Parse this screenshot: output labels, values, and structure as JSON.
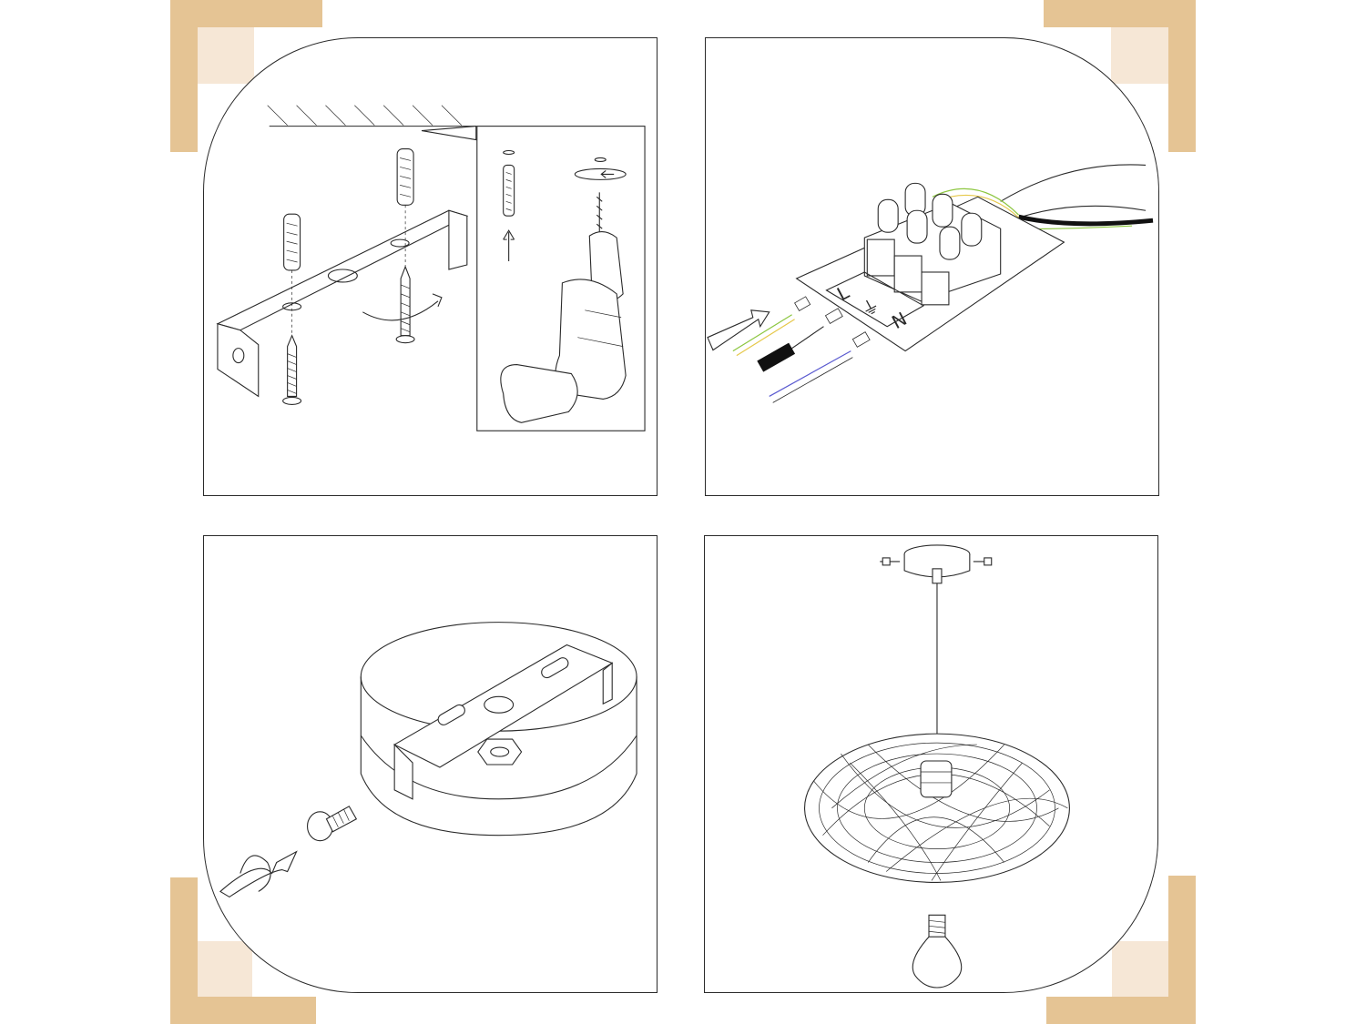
{
  "colors": {
    "frame_accent": "#e5c494",
    "frame_accent_light": "#f6e7d6",
    "line": "#2a2a2a",
    "wire_earth_green": "#8cc63f",
    "wire_earth_yellow": "#e6c84a",
    "wire_neutral_blue": "#5a5ad0",
    "wire_live_black": "#111111"
  },
  "steps": [
    {
      "id": "mount-bracket",
      "icons": [
        "ceiling-icon",
        "wall-plug-icon",
        "screw-icon",
        "mounting-bracket-icon",
        "drill-icon",
        "rotate-arrow-icon"
      ]
    },
    {
      "id": "connect-wires",
      "icons": [
        "terminal-block-icon",
        "cable-icon",
        "direction-arrow-icon"
      ],
      "terminal_labels": [
        "L",
        "⏚",
        "N"
      ]
    },
    {
      "id": "attach-canopy",
      "icons": [
        "canopy-icon",
        "bracket-icon",
        "nut-icon",
        "bolt-icon",
        "rotate-arrow-icon"
      ]
    },
    {
      "id": "hang-lamp",
      "icons": [
        "ceiling-canopy-icon",
        "pendant-cord-icon",
        "wicker-shade-icon",
        "light-bulb-icon"
      ]
    }
  ]
}
